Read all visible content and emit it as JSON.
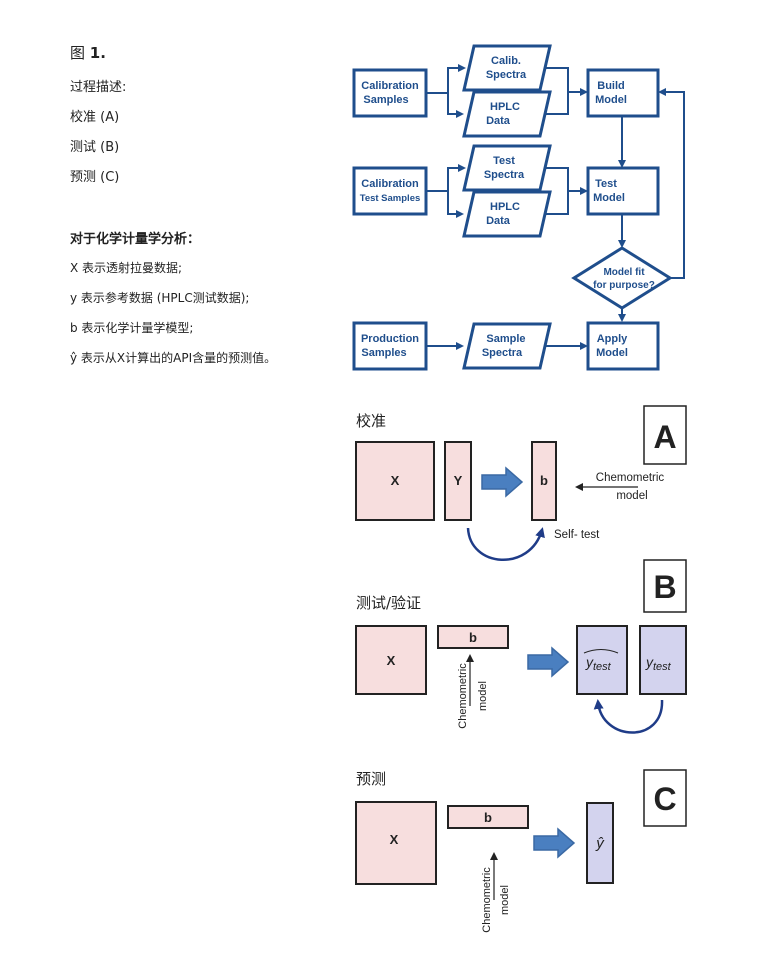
{
  "left": {
    "fig_label": "图",
    "fig_number": "1.",
    "process_heading": "过程描述:",
    "process_items": [
      "校准 (A)",
      "测试 (B)",
      "预测 (C)"
    ],
    "chemometrics_heading": "对于化学计量学分析：",
    "definitions": [
      "X 表示透射拉曼数据;",
      "y 表示参考数据 (HPLC测试数据);",
      "b 表示化学计量学模型;",
      "ŷ 表示从X计算出的API含量的预测值。"
    ]
  },
  "flowchart": {
    "calibration_samples": [
      "Calibration",
      "Samples"
    ],
    "calib_spectra": [
      "Calib.",
      "Spectra"
    ],
    "hplc_data_1": [
      "HPLC",
      "Data"
    ],
    "build_model": [
      "Build",
      "Model"
    ],
    "calibration_test_samples": [
      "Calibration",
      "Test Samples"
    ],
    "test_spectra": [
      "Test",
      "Spectra"
    ],
    "hplc_data_2": [
      "HPLC",
      "Data"
    ],
    "test_model": [
      "Test",
      "Model"
    ],
    "decision": [
      "Model fit",
      "for purpose?"
    ],
    "production_samples": [
      "Production",
      "Samples"
    ],
    "sample_spectra": [
      "Sample",
      "Spectra"
    ],
    "apply_model": [
      "Apply",
      "Model"
    ]
  },
  "panel_a": {
    "title": "校准",
    "letter": "A",
    "x": "X",
    "y": "Y",
    "b": "b",
    "chemometric_model": [
      "Chemometric",
      "model"
    ],
    "self_test": "Self- test"
  },
  "panel_b": {
    "title": "测试/验证",
    "letter": "B",
    "x": "X",
    "b": "b",
    "chemometric_model": [
      "Chemometric",
      "model"
    ],
    "y_test_hat": "y",
    "y_test_hat_sub": "test",
    "y_test": "y",
    "y_test_sub": "test"
  },
  "panel_c": {
    "title": "预测",
    "letter": "C",
    "x": "X",
    "b": "b",
    "chemometric_model": [
      "Chemometric",
      "model"
    ],
    "y_hat": "ŷ"
  },
  "colors": {
    "flow_blue": "#1f4e8c",
    "arrow_blue": "#4a7fc0",
    "matrix_pink": "#f7dede",
    "matrix_lavender": "#d3d3ee",
    "curve_navy": "#1f3c88"
  }
}
